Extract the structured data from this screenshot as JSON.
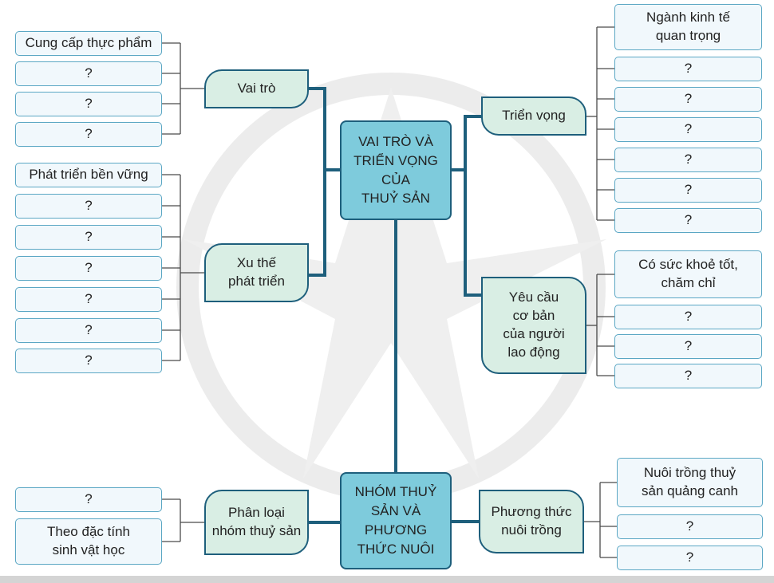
{
  "center_top": "VAI TRÒ VÀ\nTRIỂN VỌNG\nCỦA\nTHUỶ SẢN",
  "center_bottom": "NHÓM THUỶ\nSẢN VÀ\nPHƯƠNG\nTHỨC NUÔI",
  "vai_tro": {
    "label": "Vai trò",
    "items": [
      "Cung cấp thực phẩm",
      "?",
      "?",
      "?"
    ]
  },
  "xu_the": {
    "label": "Xu thế\nphát triển",
    "items": [
      "Phát triển bền vững",
      "?",
      "?",
      "?",
      "?",
      "?",
      "?"
    ]
  },
  "trien_vong": {
    "label": "Triển vọng",
    "items": [
      "Ngành kinh tế\nquan trọng",
      "?",
      "?",
      "?",
      "?",
      "?",
      "?"
    ]
  },
  "yeu_cau": {
    "label": "Yêu cầu\ncơ bản\ncủa người\nlao động",
    "items": [
      "Có sức khoẻ tốt,\nchăm chỉ",
      "?",
      "?",
      "?"
    ]
  },
  "phan_loai": {
    "label": "Phân loại\nnhóm thuỷ sản",
    "items": [
      "?",
      "Theo đặc tính\nsinh vật học"
    ]
  },
  "phuong_thuc": {
    "label": "Phương thức\nnuôi trồng",
    "items": [
      "Nuôi trồng thuỷ\nsản quảng canh",
      "?",
      "?"
    ]
  },
  "colors": {
    "line": "#1e5f7c",
    "thin_line": "#4a4a4a",
    "leaf_fill": "#f1f8fc",
    "leaf_border": "#5ba7c4",
    "mid_fill": "#d9eee4",
    "center_fill": "#7ecbdc"
  }
}
